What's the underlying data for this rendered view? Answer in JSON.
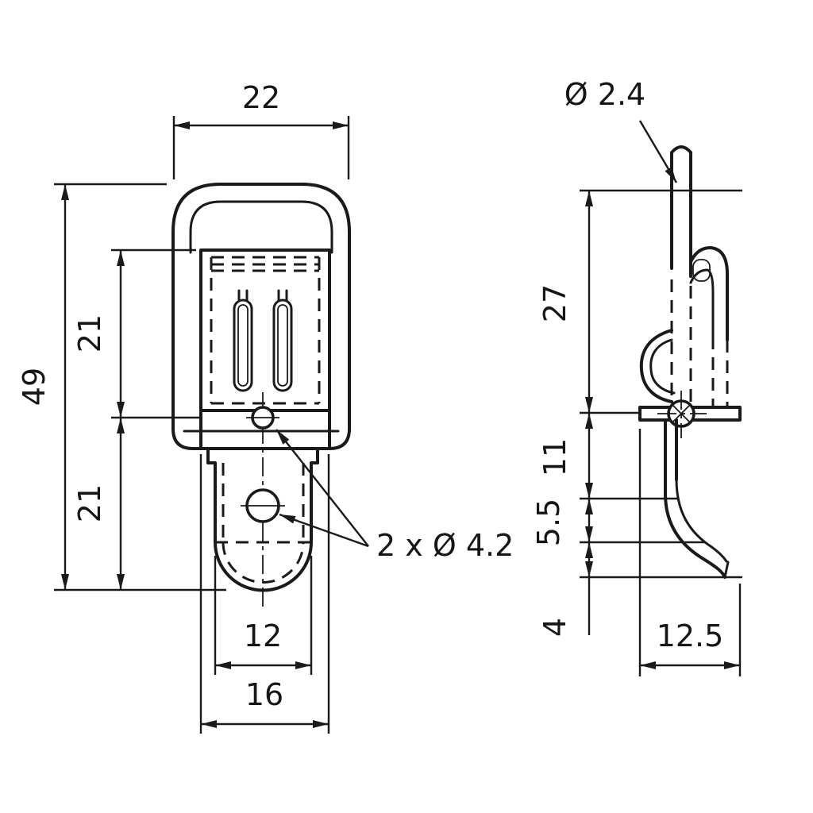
{
  "drawing": {
    "type": "technical-dimension-drawing",
    "part": "toggle-latch-two-views",
    "line_color": "#1a1a1a",
    "background": "#ffffff",
    "views": {
      "front": {
        "dims": {
          "loop_width": "22",
          "overall_height": "49",
          "upper_length": "21",
          "lower_length": "21",
          "tongue_width": "12",
          "base_width": "16",
          "holes_callout": "2 x Ø 4.2"
        }
      },
      "side": {
        "dims": {
          "wire_diameter": "Ø 2.4",
          "top_to_flange": "27",
          "flange_to_leg_end": "11",
          "leg_to_curve": "5.5",
          "curve_to_tip": "4",
          "flange_depth": "12.5"
        }
      }
    }
  }
}
